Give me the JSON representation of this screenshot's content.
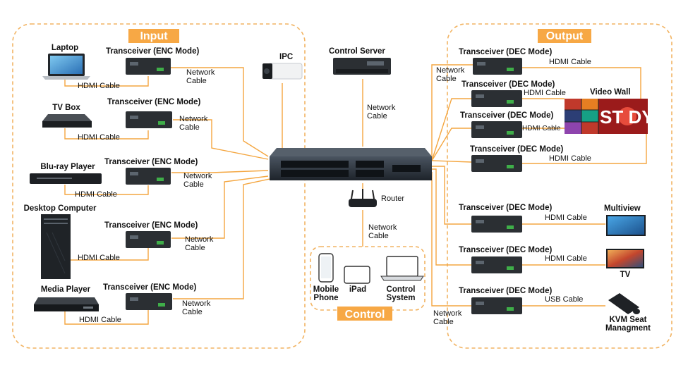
{
  "sections": {
    "input": "Input",
    "output": "Output",
    "control": "Control"
  },
  "inputs": [
    {
      "device": "Laptop",
      "transceiver": "Transceiver (ENC Mode)",
      "hdmi": "HDMI Cable",
      "network": [
        "Network",
        "Cable"
      ]
    },
    {
      "device": "TV Box",
      "transceiver": "Transceiver (ENC Mode)",
      "hdmi": "HDMI Cable",
      "network": [
        "Network",
        "Cable"
      ]
    },
    {
      "device": "Blu-ray Player",
      "transceiver": "Transceiver (ENC Mode)",
      "hdmi": "HDMI Cable",
      "network": [
        "Network",
        "Cable"
      ]
    },
    {
      "device": "Desktop Computer",
      "transceiver": "Transceiver (ENC Mode)",
      "hdmi": "HDMI Cable",
      "network": [
        "Network",
        "Cable"
      ]
    },
    {
      "device": "Media Player",
      "transceiver": "Transceiver (ENC Mode)",
      "hdmi": "HDMI Cable",
      "network": [
        "Network",
        "Cable"
      ]
    }
  ],
  "ipc": "IPC",
  "control_server": {
    "label": "Control Server",
    "network": [
      "Network",
      "Cable"
    ]
  },
  "router": {
    "label": "Router",
    "network": [
      "Network",
      "Cable"
    ]
  },
  "control_devices": [
    {
      "label": [
        "Mobile",
        "Phone"
      ]
    },
    {
      "label": [
        "iPad"
      ]
    },
    {
      "label": [
        "Control",
        "System"
      ]
    }
  ],
  "outputs": [
    {
      "transceiver": "Transceiver (DEC Mode)",
      "cable": "HDMI Cable"
    },
    {
      "transceiver": "Transceiver (DEC Mode)",
      "cable": "HDMI Cable"
    },
    {
      "transceiver": "Transceiver (DEC Mode)",
      "cable": "HDMI Cable"
    },
    {
      "transceiver": "Transceiver (DEC Mode)",
      "cable": "HDMI Cable"
    },
    {
      "transceiver": "Transceiver (DEC Mode)",
      "cable": "HDMI Cable"
    },
    {
      "transceiver": "Transceiver (DEC Mode)",
      "cable": "HDMI Cable"
    },
    {
      "transceiver": "Transceiver (DEC Mode)",
      "cable": "USB Cable"
    }
  ],
  "output_network_top": [
    "Network",
    "Cable"
  ],
  "output_network_bottom": [
    "Network",
    "Cable"
  ],
  "video_wall": {
    "label": "Video Wall",
    "text": "ST  DY"
  },
  "multiview": "Multiview",
  "tv": "TV",
  "kvm": [
    "KVM Seat",
    "Managment"
  ],
  "colors": {
    "accent": "#f4a640",
    "section_bg": "#f7a845",
    "device_dark": "#2b2f33"
  }
}
